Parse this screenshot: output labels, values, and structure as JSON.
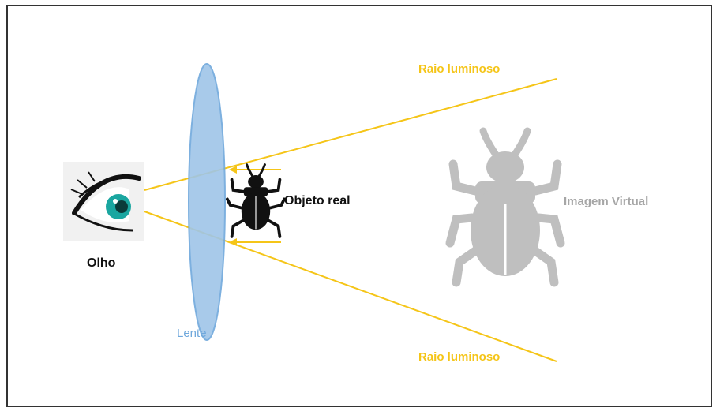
{
  "labels": {
    "ray_top": "Raio luminoso",
    "ray_bottom": "Raio luminoso",
    "object": "Objeto real",
    "virtual_image": "Imagem Virtual",
    "eye": "Olho",
    "lens": "Lente"
  },
  "colors": {
    "ray": "#f5c518",
    "lens_fill": "#9fc5e8",
    "lens_stroke": "#6fa8dc",
    "virtual_image": "#bfbfbf",
    "object": "#111111",
    "iris": "#1aa6a0"
  },
  "icons": {
    "eye": "eye-icon",
    "object": "beetle-icon",
    "virtual_image": "beetle-icon"
  }
}
